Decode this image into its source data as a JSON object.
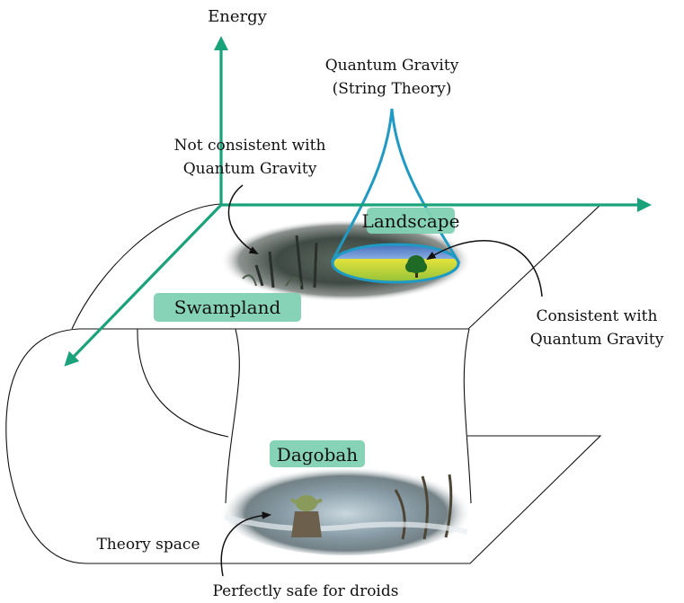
{
  "diagram": {
    "axis_label": "Energy",
    "qg_title": [
      "Quantum Gravity",
      "(String Theory)"
    ],
    "not_consistent": [
      "Not consistent with",
      "Quantum Gravity"
    ],
    "consistent": [
      "Consistent with",
      "Quantum Gravity"
    ],
    "landscape": "Landscape",
    "swampland": "Swampland",
    "dagobah": "Dagobah",
    "theory_space": "Theory space",
    "droids": "Perfectly safe for droids"
  },
  "colors": {
    "axis": "#1aa37a",
    "tag_fill": "#7fd1b3",
    "cone": "#1f9ac4"
  }
}
